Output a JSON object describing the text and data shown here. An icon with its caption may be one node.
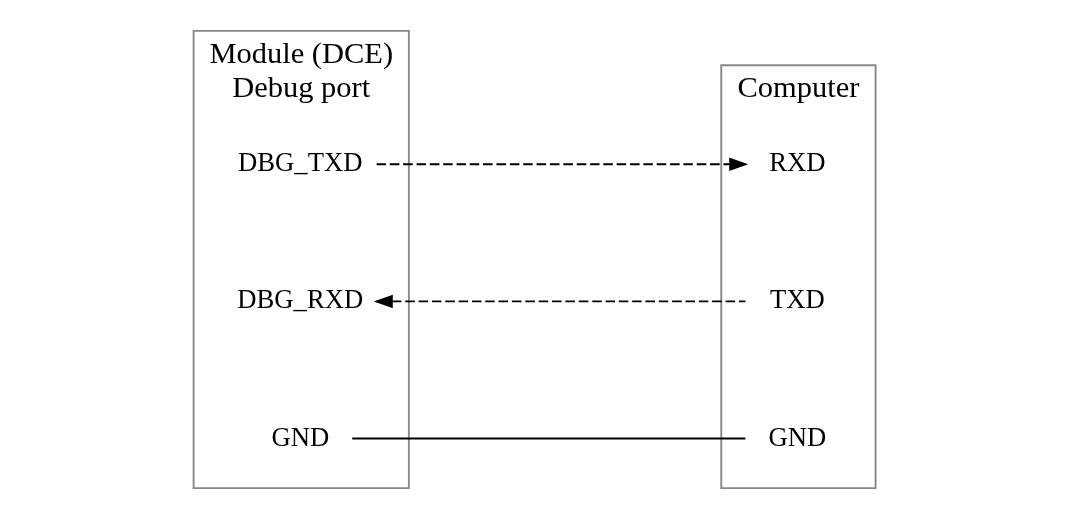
{
  "diagram": {
    "nodes": [
      {
        "text": [
          "Module (DCE)",
          "Debug port"
        ]
      },
      {
        "text": [
          "DBG_TXD"
        ],
        "in": 0
      },
      {
        "text": [
          "DBG_RXD"
        ],
        "in": 0
      },
      {
        "text": [
          "GND"
        ],
        "in": 0
      },
      {
        "text": [
          "Computer"
        ]
      },
      {
        "text": [
          "TXD"
        ],
        "in": 4
      },
      {
        "text": [
          "RXD"
        ],
        "in": 4
      },
      {
        "text": [
          "GND"
        ],
        "in": 4
      }
    ],
    "edges": [
      {
        "from": 1,
        "to": 6,
        "arrow": "to",
        "style": "dashed"
      },
      {
        "from": 5,
        "to": 2,
        "arrow": "to",
        "style": "dashed"
      },
      {
        "from": 3,
        "to": 7,
        "arrow": "none"
      }
    ]
  }
}
